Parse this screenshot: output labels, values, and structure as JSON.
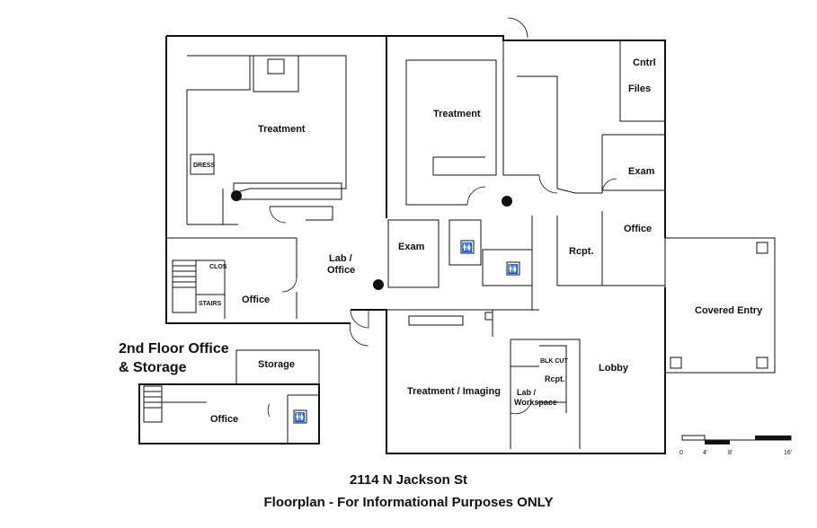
{
  "plan": {
    "rooms": {
      "treatment_left": "Treatment",
      "dress": "DRESS",
      "treatment_right": "Treatment",
      "cntrl": "Cntrl",
      "files": "Files",
      "exam_right": "Exam",
      "office_right": "Office",
      "rcpt_upper": "Rcpt.",
      "exam_center": "Exam",
      "lab_office_line1": "Lab /",
      "lab_office_line2": "Office",
      "clos": "CLOS",
      "stairs": "STAIRS",
      "office_left": "Office",
      "covered_entry": "Covered Entry",
      "treatment_imaging": "Treatment / Imaging",
      "bulk_cut": "BLK CUT",
      "rcpt_lower": "Rcpt.",
      "lab_workspace_line1": "Lab /",
      "lab_workspace_line2": "Workspace",
      "lobby": "Lobby",
      "storage": "Storage",
      "office_2nd": "Office"
    },
    "scale_labels": [
      "0",
      "4'",
      "8'",
      "16'"
    ]
  },
  "second_floor_heading": {
    "line1": "2nd Floor Office",
    "line2": "& Storage"
  },
  "footer": {
    "address": "2114 N Jackson St",
    "subtitle": "Floorplan - For Informational Purposes ONLY"
  }
}
